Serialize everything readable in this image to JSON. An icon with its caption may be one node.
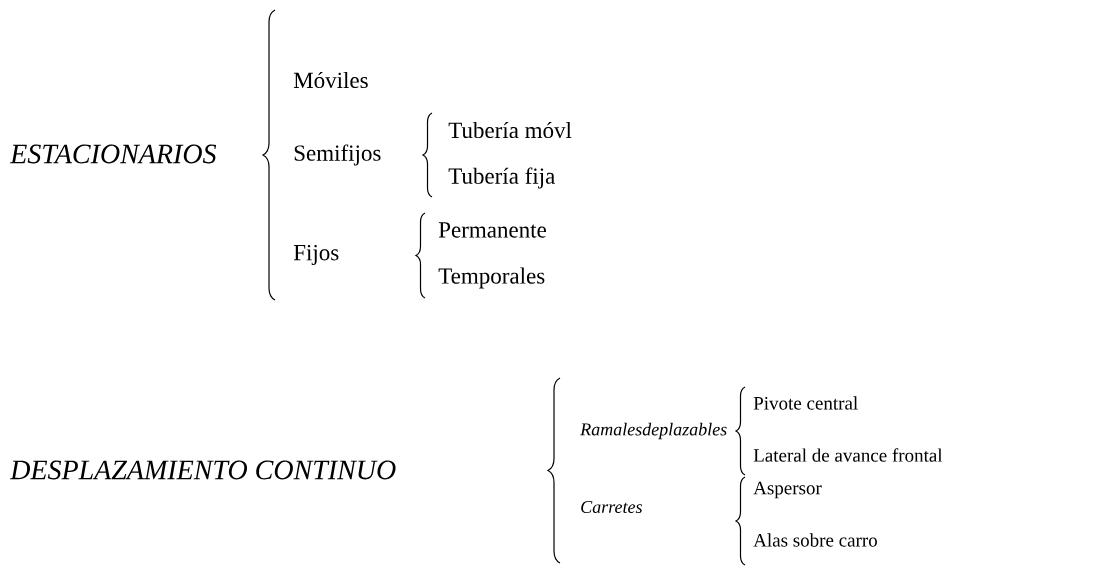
{
  "diagram": {
    "labels": [
      "ESTACIONARIOS",
      "Móviles",
      "Semifijos",
      "Tubería móvl",
      "Tubería fija",
      "Fijos",
      "Permanente",
      "Temporales",
      "DESPLAZAMIENTO  CONTINUO",
      "Ramalesdeplazables",
      "Pivote central",
      "Lateral de avance frontal",
      "Carretes",
      "Aspersor",
      "Alas sobre carro"
    ]
  }
}
